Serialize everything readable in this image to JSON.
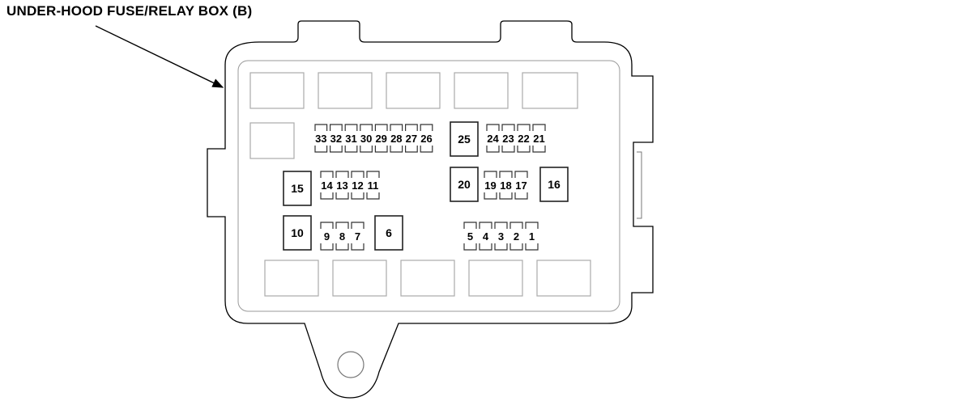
{
  "title": "UNDER-HOOD FUSE/RELAY BOX (B)",
  "fuses": {
    "row1_left": [
      "33",
      "32",
      "31",
      "30",
      "29",
      "28",
      "27",
      "26"
    ],
    "relay_25": "25",
    "row1_right": [
      "24",
      "23",
      "22",
      "21"
    ],
    "relay_15": "15",
    "row2_left": [
      "14",
      "13",
      "12",
      "11"
    ],
    "relay_20": "20",
    "row2_right": [
      "19",
      "18",
      "17"
    ],
    "relay_16": "16",
    "relay_10": "10",
    "row3_left": [
      "9",
      "8",
      "7"
    ],
    "relay_6": "6",
    "row3_right": [
      "5",
      "4",
      "3",
      "2",
      "1"
    ]
  }
}
